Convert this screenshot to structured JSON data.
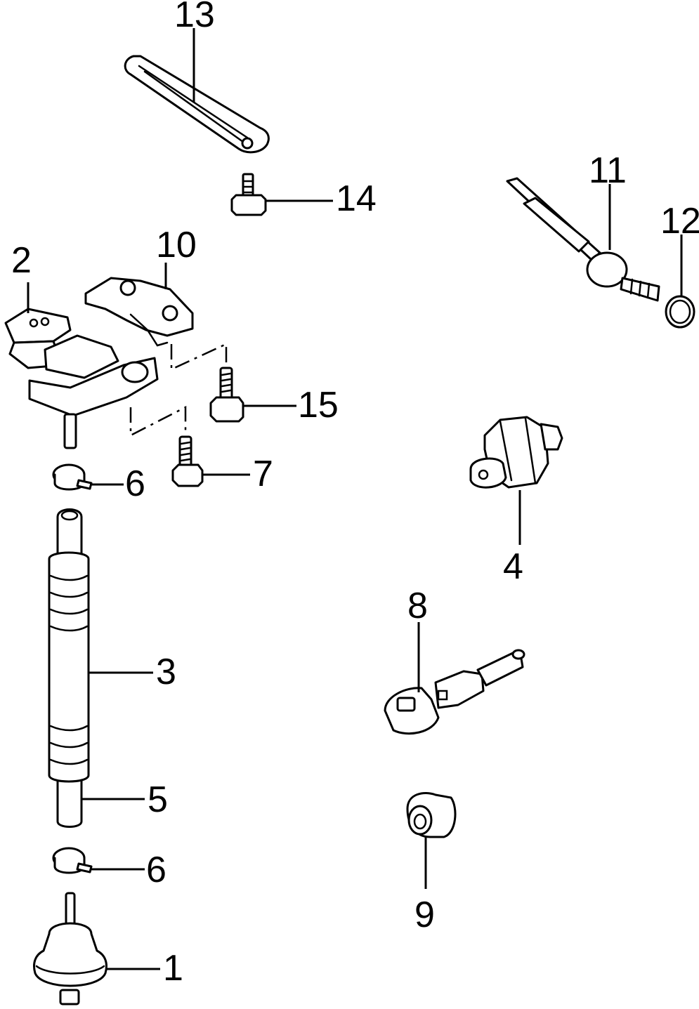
{
  "callouts": [
    {
      "id": "13",
      "label": "13"
    },
    {
      "id": "14",
      "label": "14"
    },
    {
      "id": "11",
      "label": "11"
    },
    {
      "id": "12",
      "label": "12"
    },
    {
      "id": "2",
      "label": "2"
    },
    {
      "id": "10",
      "label": "10"
    },
    {
      "id": "15",
      "label": "15"
    },
    {
      "id": "7",
      "label": "7"
    },
    {
      "id": "6a",
      "label": "6"
    },
    {
      "id": "4",
      "label": "4"
    },
    {
      "id": "3",
      "label": "3"
    },
    {
      "id": "8",
      "label": "8"
    },
    {
      "id": "5",
      "label": "5"
    },
    {
      "id": "6b",
      "label": "6"
    },
    {
      "id": "9",
      "label": "9"
    },
    {
      "id": "1",
      "label": "1"
    }
  ]
}
